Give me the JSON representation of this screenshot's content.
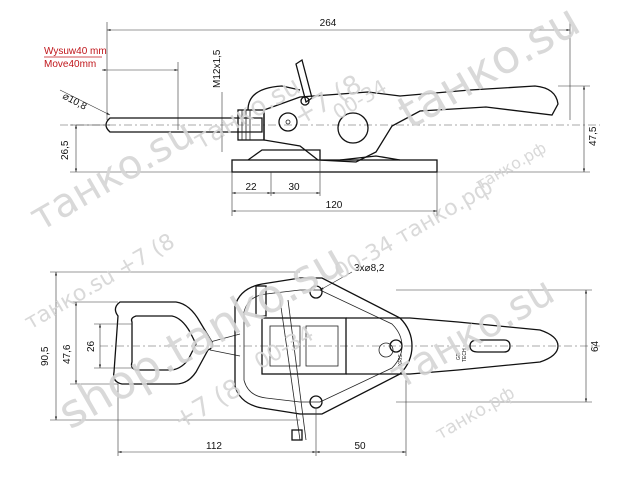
{
  "note": {
    "line1": "Wysuw40 mm",
    "line2": "Move40mm",
    "color": "#c0161b"
  },
  "top_view_dims": {
    "overall_length": "264",
    "diameter": "⌀10,8",
    "thread": "M12x1,5",
    "height_left": "26,5",
    "height_right": "47,5",
    "base_22": "22",
    "base_30": "30",
    "base_120": "120"
  },
  "plan_view_dims": {
    "holes": "3x⌀8,2",
    "overall_height": "90,5",
    "loop_height": "47,6",
    "loop_inner": "26",
    "right_height": "64",
    "length_112": "112",
    "length_50": "50"
  },
  "label_text": {
    "brand": "KRIS",
    "mark": "GR",
    "mark_sub": "TECH"
  },
  "watermarks": [
    "танко.su",
    "+7 (8",
    "00-34",
    "танко.рф",
    "танко.su +7 (8",
    "00-34 танко.рф",
    "танко.su",
    "+7 (8",
    "00-34",
    "танко.рф",
    "tанко.su",
    "shop.tanko.su",
    "танко.su",
    "+7 (8",
    "00-34",
    "танко.рф"
  ]
}
